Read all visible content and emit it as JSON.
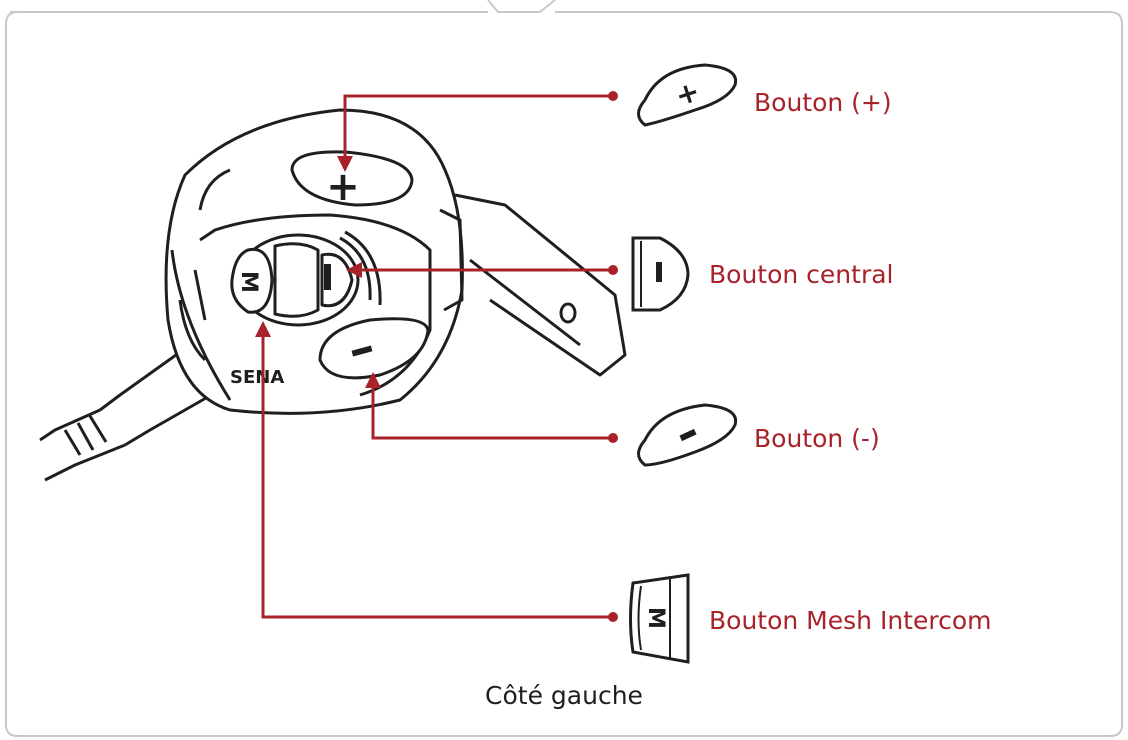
{
  "labels": {
    "plus": "Bouton (+)",
    "central": "Bouton central",
    "minus": "Bouton (-)",
    "mesh": "Bouton Mesh Intercom"
  },
  "caption": "Côté gauche",
  "device": {
    "brand": "SENA",
    "m_button_glyph": "M"
  },
  "icons": {
    "plus_glyph": "+",
    "minus_glyph": "–",
    "center_glyph": "|",
    "mesh_glyph": "M"
  },
  "colors": {
    "accent": "#a8222a",
    "line": "#1f1f1f",
    "frame": "#c8c8c8"
  }
}
